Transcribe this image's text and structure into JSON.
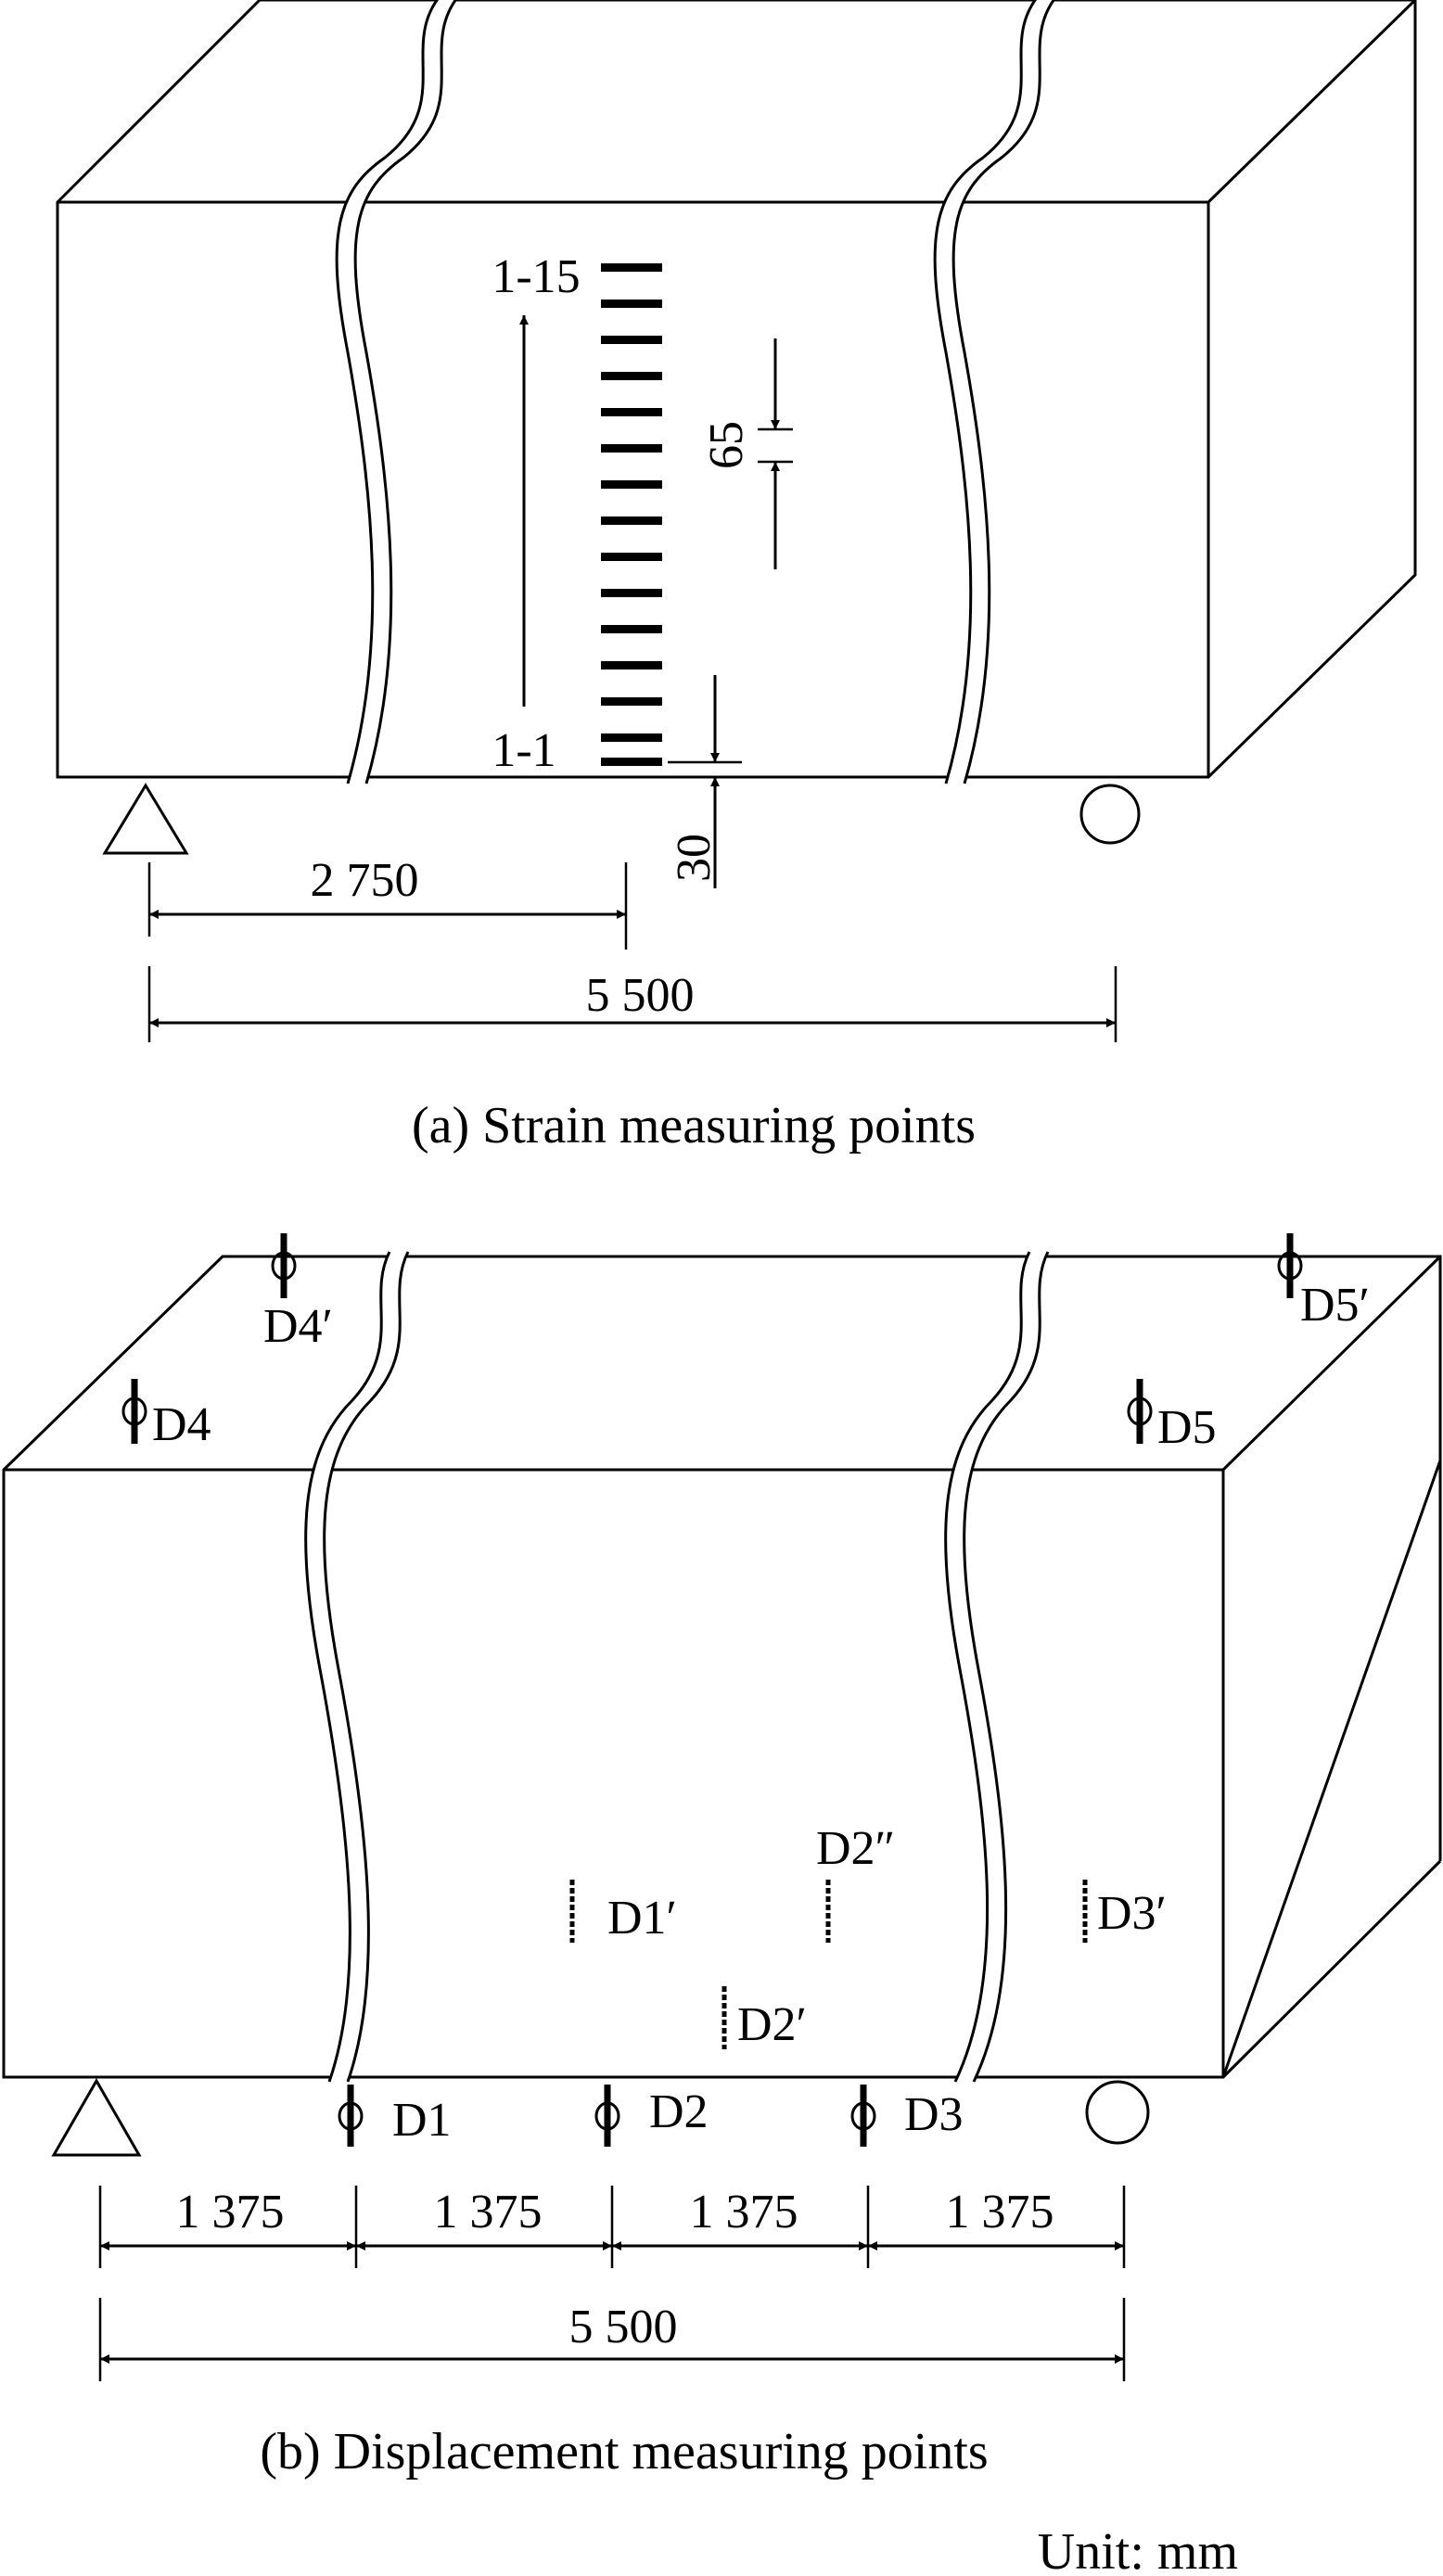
{
  "diagram_a": {
    "label_top": "1-15",
    "label_bottom": "1-1",
    "dim_spacing": "65",
    "dim_bottom_offset": "30",
    "dim_half_span": "2 750",
    "dim_span": "5 500",
    "caption": "(a) Strain measuring points"
  },
  "diagram_b": {
    "points": {
      "d4_prime": "D4′",
      "d4": "D4",
      "d5_prime": "D5′",
      "d5": "D5",
      "d1_prime": "D1′",
      "d2_double_prime": "D2″",
      "d3_prime": "D3′",
      "d2_prime": "D2′",
      "d1": "D1",
      "d2": "D2",
      "d3": "D3"
    },
    "dims": {
      "seg1": "1 375",
      "seg2": "1 375",
      "seg3": "1 375",
      "seg4": "1 375",
      "span": "5 500"
    },
    "caption": "(b) Displacement measuring points"
  },
  "unit_note": "Unit: mm"
}
